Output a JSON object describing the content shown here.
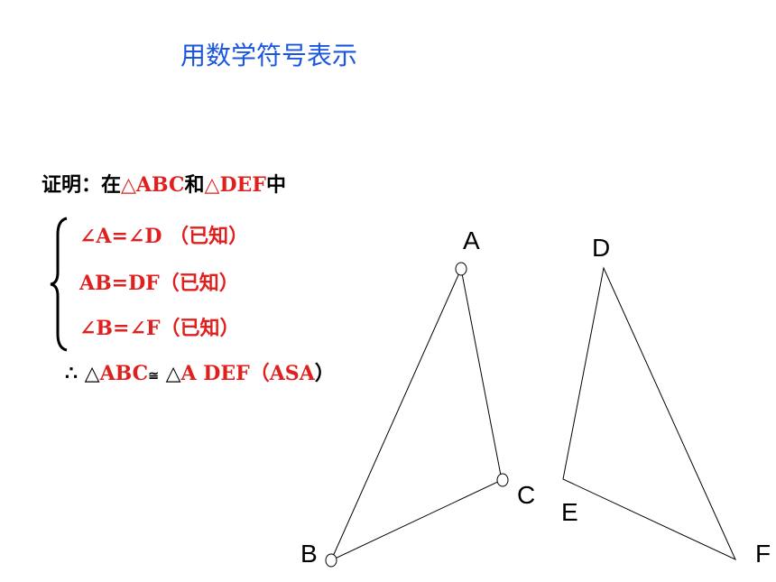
{
  "title": "用数学符号表示",
  "proof": {
    "intro_prefix": "证明：在",
    "tri1": "△ABC",
    "and_word": "和",
    "tri2": "△DEF",
    "in_word": "中",
    "line1_eq": "∠A=∠D",
    "line1_reason": "（已知）",
    "line2_eq": "AB=DF",
    "line2_reason": "（已知）",
    "line3_eq": "∠B=∠F",
    "line3_reason": "（已知）",
    "therefore": "∴",
    "concl_tri1_symbol": "△",
    "concl_tri1": "ABC",
    "congruent": "≅",
    "concl_tri2_symbol": "△",
    "concl_tri2": "A DEF",
    "concl_reason_open": "（",
    "concl_reason": "ASA",
    "concl_reason_close": "）"
  },
  "figure": {
    "labels": {
      "A": "A",
      "B": "B",
      "C": "C",
      "D": "D",
      "E": "E",
      "F": "F"
    }
  }
}
